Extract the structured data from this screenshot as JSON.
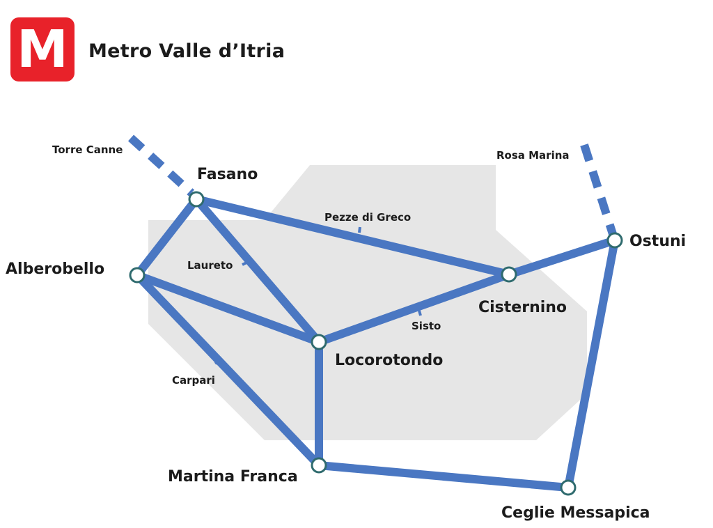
{
  "header": {
    "logo_letter": "M",
    "title": "Metro Valle d’Itria"
  },
  "colors": {
    "line": "#4a77c2",
    "logo": "#e8222a",
    "station_stroke": "#2f6b6e",
    "region": "#e6e6e6"
  },
  "stations": {
    "fasano": "Fasano",
    "alberobello": "Alberobello",
    "locorotondo": "Locorotondo",
    "cisternino": "Cisternino",
    "ostuni": "Ostuni",
    "martina_franca": "Martina Franca",
    "ceglie_messapica": "Ceglie Messapica"
  },
  "minor_stops": {
    "pezze_di_greco": "Pezze di Greco",
    "laureto": "Laureto",
    "sisto": "Sisto",
    "carpari": "Carpari"
  },
  "extensions": {
    "torre_canne": "Torre Canne",
    "rosa_marina": "Rosa Marina"
  }
}
